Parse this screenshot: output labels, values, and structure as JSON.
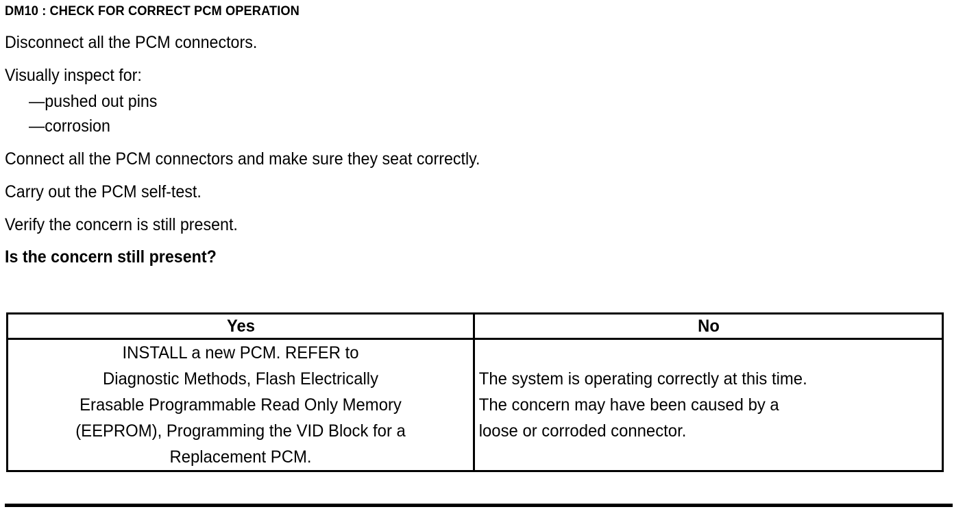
{
  "document": {
    "heading": "DM10 : CHECK FOR CORRECT PCM OPERATION",
    "steps": [
      {
        "text": "Disconnect all the PCM connectors.",
        "style": "normal",
        "indent": false
      },
      {
        "text": "Visually inspect for:",
        "style": "normal",
        "indent": false
      },
      {
        "text": "—pushed out pins",
        "style": "normal",
        "indent": true
      },
      {
        "text": "—corrosion",
        "style": "normal",
        "indent": true
      },
      {
        "text": "Connect all the PCM connectors and make sure they seat correctly.",
        "style": "normal",
        "indent": false
      },
      {
        "text": "Carry out the PCM self-test.",
        "style": "normal",
        "indent": false
      },
      {
        "text": "Verify the concern is still present.",
        "style": "normal",
        "indent": false
      },
      {
        "text": "Is the concern still present?",
        "style": "bold",
        "indent": false
      }
    ],
    "decision_table": {
      "headers": [
        "Yes",
        "No"
      ],
      "yes_cell_lines": [
        "INSTALL a new PCM. REFER to",
        "Diagnostic Methods, Flash Electrically",
        "Erasable Programmable Read Only Memory",
        "(EEPROM), Programming the VID Block for a",
        "Replacement PCM."
      ],
      "no_cell_lines": [
        "The system is operating correctly at this time.",
        "The concern may have been caused by a",
        "loose or corroded connector."
      ]
    },
    "colors": {
      "text": "#000000",
      "background": "#ffffff",
      "rule": "#000000"
    }
  }
}
